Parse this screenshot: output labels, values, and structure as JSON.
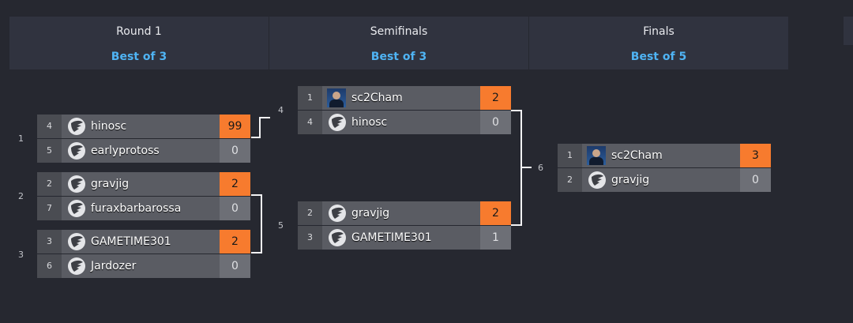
{
  "rounds": [
    {
      "name": "Round 1",
      "format": "Best of 3"
    },
    {
      "name": "Semifinals",
      "format": "Best of 3"
    },
    {
      "name": "Finals",
      "format": "Best of 5"
    }
  ],
  "matches": {
    "r1m1": {
      "number": "1",
      "top": {
        "seed": "4",
        "name": "hinosc",
        "score": "99",
        "winner": true
      },
      "bottom": {
        "seed": "5",
        "name": "earlyprotoss",
        "score": "0",
        "winner": false
      }
    },
    "r1m2": {
      "number": "2",
      "top": {
        "seed": "2",
        "name": "gravjig",
        "score": "2",
        "winner": true
      },
      "bottom": {
        "seed": "7",
        "name": "furaxbarbarossa",
        "score": "0",
        "winner": false
      }
    },
    "r1m3": {
      "number": "3",
      "top": {
        "seed": "3",
        "name": "GAMETIME301",
        "score": "2",
        "winner": true
      },
      "bottom": {
        "seed": "6",
        "name": "Jardozer",
        "score": "0",
        "winner": false
      }
    },
    "sf1": {
      "number": "4",
      "top": {
        "seed": "1",
        "name": "sc2Cham",
        "score": "2",
        "winner": true
      },
      "bottom": {
        "seed": "4",
        "name": "hinosc",
        "score": "0",
        "winner": false
      }
    },
    "sf2": {
      "number": "5",
      "top": {
        "seed": "2",
        "name": "gravjig",
        "score": "2",
        "winner": true
      },
      "bottom": {
        "seed": "3",
        "name": "GAMETIME301",
        "score": "1",
        "winner": false
      }
    },
    "final": {
      "number": "6",
      "top": {
        "seed": "1",
        "name": "sc2Cham",
        "score": "3",
        "winner": true
      },
      "bottom": {
        "seed": "2",
        "name": "gravjig",
        "score": "0",
        "winner": false
      }
    }
  },
  "colors": {
    "accent_win": "#f77b2e",
    "round_format": "#4fb4f4",
    "background": "#262830"
  },
  "icons": {
    "team_logo": "wing-logo-icon",
    "player_avatar": "player-avatar-icon"
  }
}
